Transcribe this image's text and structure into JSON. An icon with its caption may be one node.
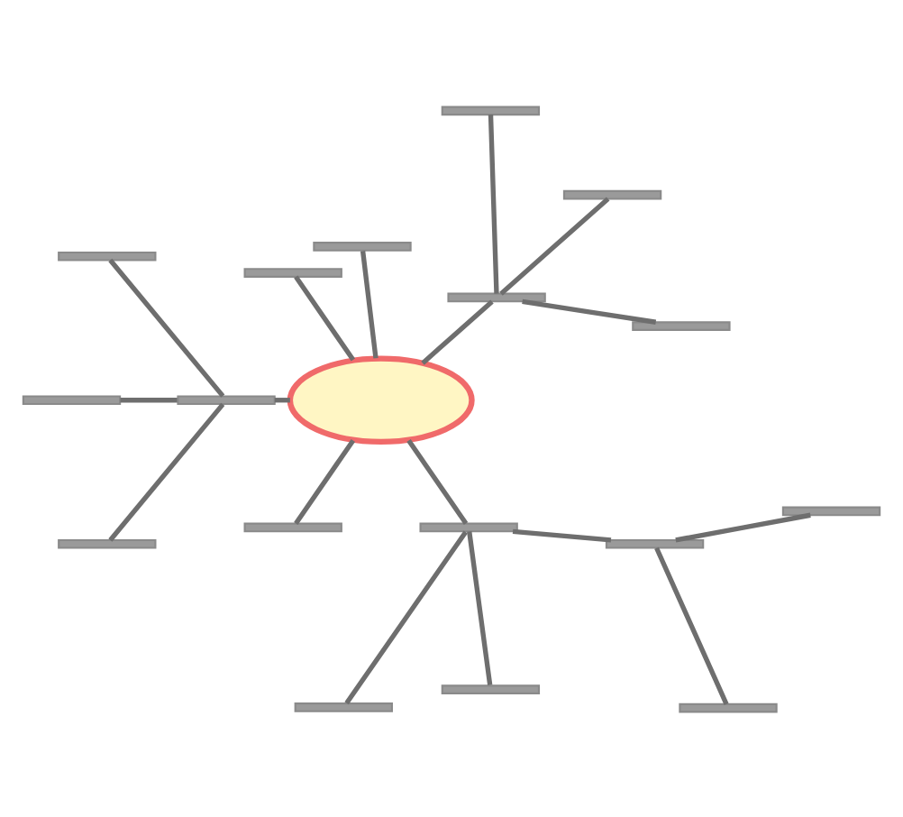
{
  "diagram": {
    "nodes": [
      {
        "text": [],
        "shape": "ellipse"
      },
      {
        "text": [],
        "shape": "bar"
      },
      {
        "text": [],
        "shape": "bar"
      },
      {
        "text": [],
        "shape": "bar"
      },
      {
        "text": [],
        "shape": "bar"
      },
      {
        "text": [],
        "shape": "bar"
      },
      {
        "text": [],
        "shape": "bar"
      },
      {
        "text": [],
        "shape": "bar"
      },
      {
        "text": [],
        "shape": "bar"
      },
      {
        "text": [],
        "shape": "bar"
      },
      {
        "text": [],
        "shape": "bar"
      },
      {
        "text": [],
        "shape": "bar"
      },
      {
        "text": [],
        "shape": "bar"
      },
      {
        "text": [],
        "shape": "bar"
      },
      {
        "text": [],
        "shape": "bar"
      },
      {
        "text": [],
        "shape": "bar"
      },
      {
        "text": [],
        "shape": "bar"
      },
      {
        "text": [],
        "shape": "bar"
      }
    ],
    "edges": [
      {
        "from": 0,
        "to": 1,
        "arrow": "none"
      },
      {
        "from": 1,
        "to": 2,
        "arrow": "none"
      },
      {
        "from": 1,
        "to": 3,
        "arrow": "none"
      },
      {
        "from": 1,
        "to": 4,
        "arrow": "none"
      },
      {
        "from": 0,
        "to": 5,
        "arrow": "none"
      },
      {
        "from": 0,
        "to": 6,
        "arrow": "none"
      },
      {
        "from": 0,
        "to": 7,
        "arrow": "none"
      },
      {
        "from": 7,
        "to": 8,
        "arrow": "none"
      },
      {
        "from": 7,
        "to": 9,
        "arrow": "none"
      },
      {
        "from": 7,
        "to": 10,
        "arrow": "none"
      },
      {
        "from": 0,
        "to": 11,
        "arrow": "none"
      },
      {
        "from": 0,
        "to": 12,
        "arrow": "none"
      },
      {
        "from": 12,
        "to": 13,
        "arrow": "none"
      },
      {
        "from": 12,
        "to": 14,
        "arrow": "none"
      },
      {
        "from": 12,
        "to": 15,
        "arrow": "none"
      },
      {
        "from": 15,
        "to": 16,
        "arrow": "none"
      },
      {
        "from": 15,
        "to": 17,
        "arrow": "none"
      }
    ]
  }
}
